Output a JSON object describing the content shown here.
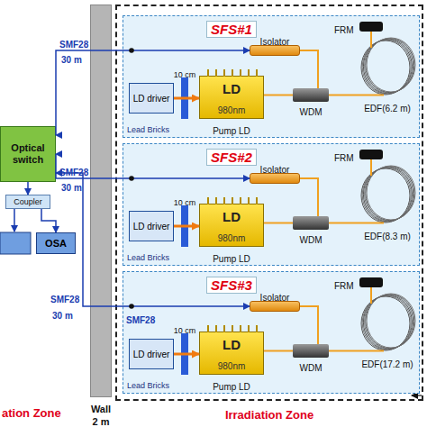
{
  "diagram": {
    "nodes": [
      {
        "text": [
          "Optical switch"
        ]
      },
      {
        "text": [
          "Coupler"
        ]
      },
      {
        "text": [
          "OSA"
        ]
      },
      {
        "text": [
          "Wall",
          "2 m"
        ]
      },
      {
        "text": [
          "Irradiation Zone"
        ]
      },
      {
        "text": [
          "SFS#1"
        ],
        "in": 4
      },
      {
        "text": [
          "Isolator"
        ],
        "in": 5
      },
      {
        "text": [
          "FRM"
        ],
        "in": 5
      },
      {
        "text": [
          "EDF(6.2 m)"
        ],
        "in": 5
      },
      {
        "text": [
          "WDM"
        ],
        "in": 5
      },
      {
        "text": [
          "LD driver"
        ],
        "in": 5
      },
      {
        "text": [
          "10 cm",
          "Lead Bricks"
        ],
        "in": 5
      },
      {
        "text": [
          "LD",
          "980nm",
          "Pump LD"
        ],
        "in": 5
      },
      {
        "text": [
          "SFS#2"
        ],
        "in": 4
      },
      {
        "text": [
          "Isolator"
        ],
        "in": 13
      },
      {
        "text": [
          "FRM"
        ],
        "in": 13
      },
      {
        "text": [
          "EDF(8.3 m)"
        ],
        "in": 13
      },
      {
        "text": [
          "WDM"
        ],
        "in": 13
      },
      {
        "text": [
          "LD driver"
        ],
        "in": 13
      },
      {
        "text": [
          "10 cm",
          "Lead Bricks"
        ],
        "in": 13
      },
      {
        "text": [
          "LD",
          "980nm",
          "Pump LD"
        ],
        "in": 13
      },
      {
        "text": [
          "SFS#3"
        ],
        "in": 4
      },
      {
        "text": [
          "Isolator"
        ],
        "in": 21
      },
      {
        "text": [
          "FRM"
        ],
        "in": 21
      },
      {
        "text": [
          "EDF(17.2 m)"
        ],
        "in": 21
      },
      {
        "text": [
          "WDM"
        ],
        "in": 21
      },
      {
        "text": [
          "LD driver"
        ],
        "in": 21
      },
      {
        "text": [
          "10 cm",
          "Lead Bricks"
        ],
        "in": 21
      },
      {
        "text": [
          "LD",
          "980nm",
          "Pump LD"
        ],
        "in": 21
      }
    ],
    "edges": [
      {
        "from": 0,
        "to": 1,
        "arrow": "to"
      },
      {
        "from": 1,
        "to": 2,
        "arrow": "to"
      },
      {
        "from": 0,
        "to": 6,
        "arrow": "both",
        "label": "SMF28"
      },
      {
        "from": 10,
        "to": 12,
        "arrow": "to"
      },
      {
        "from": 12,
        "to": 9,
        "arrow": "none"
      },
      {
        "from": 6,
        "to": 9,
        "arrow": "none"
      },
      {
        "from": 9,
        "to": 8,
        "arrow": "none"
      },
      {
        "from": 8,
        "to": 7,
        "arrow": "none"
      },
      {
        "from": 0,
        "to": 14,
        "arrow": "both",
        "label": "SMF28"
      },
      {
        "from": 18,
        "to": 20,
        "arrow": "to"
      },
      {
        "from": 20,
        "to": 17,
        "arrow": "none"
      },
      {
        "from": 14,
        "to": 17,
        "arrow": "none"
      },
      {
        "from": 17,
        "to": 16,
        "arrow": "none"
      },
      {
        "from": 16,
        "to": 15,
        "arrow": "none"
      },
      {
        "from": 0,
        "to": 22,
        "arrow": "both",
        "label": "SMF28"
      },
      {
        "from": 26,
        "to": 28,
        "arrow": "to"
      },
      {
        "from": 28,
        "to": 25,
        "arrow": "none"
      },
      {
        "from": 22,
        "to": 25,
        "arrow": "none"
      },
      {
        "from": 25,
        "to": 24,
        "arrow": "none"
      },
      {
        "from": 24,
        "to": 23,
        "arrow": "none"
      }
    ],
    "labels": [
      "30 m",
      "30 m",
      "30 m",
      "SMF28",
      "ation Zone"
    ]
  }
}
